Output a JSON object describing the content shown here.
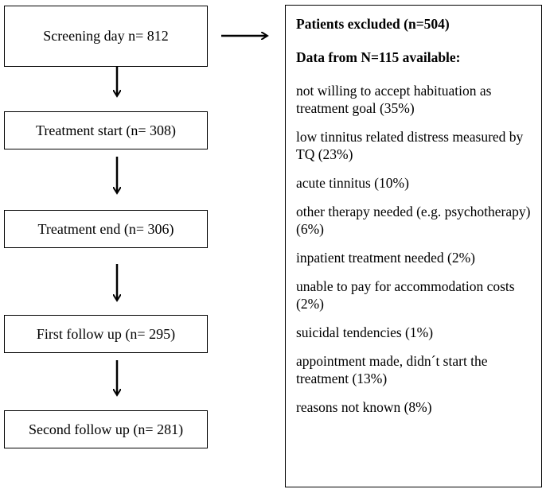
{
  "flow": {
    "screening": "Screening day n= 812",
    "treatment_start": "Treatment start (n= 308)",
    "treatment_end": "Treatment end (n= 306)",
    "first_follow_up": "First follow up (n= 295)",
    "second_follow_up": "Second follow up (n= 281)"
  },
  "excluded": {
    "title": "Patients excluded (n=504)",
    "subtitle": "Data from N=115 available:",
    "reasons": [
      "not willing to accept habituation as treatment goal (35%)",
      "low tinnitus related distress measured by TQ (23%)",
      "acute tinnitus (10%)",
      "other therapy needed (e.g. psychotherapy) (6%)",
      "inpatient treatment needed (2%)",
      "unable to pay for accommodation costs (2%)",
      "suicidal tendencies (1%)",
      "appointment made, didn´t start the treatment (13%)",
      "reasons not known (8%)"
    ]
  }
}
